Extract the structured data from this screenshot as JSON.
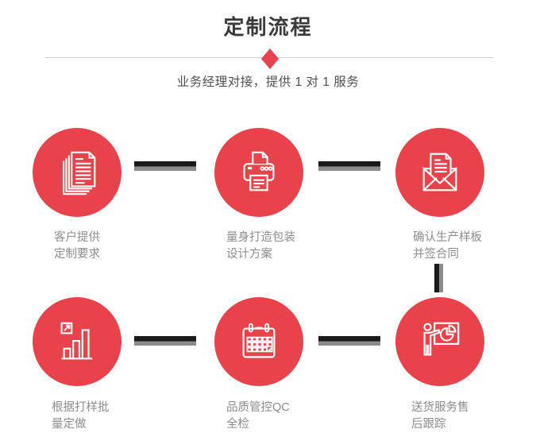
{
  "page": {
    "title": "定制流程",
    "subtitle": "业务经理对接，提供 1 对 1 服务"
  },
  "colors": {
    "accent": "#e8434a",
    "title": "#3a3a3a",
    "subtitle_text": "#4f4f4f",
    "label": "#8c8c8c",
    "divider": "#cccccc",
    "connector_dark": "#1a1a1a",
    "connector_gray": "#8c8c8c",
    "background": "#ffffff",
    "icon_stroke": "#ffffff"
  },
  "steps": [
    {
      "id": 1,
      "icon": "documents-icon",
      "label_line1": "客户提供",
      "label_line2": "定制要求"
    },
    {
      "id": 2,
      "icon": "printer-icon",
      "label_line1": "量身打造包装",
      "label_line2": "设计方案"
    },
    {
      "id": 3,
      "icon": "envelope-icon",
      "label_line1": "确认生产样板",
      "label_line2": "并签合同"
    },
    {
      "id": 4,
      "icon": "bar-chart-icon",
      "label_line1": "根据打样批",
      "label_line2": "量定做"
    },
    {
      "id": 5,
      "icon": "calendar-icon",
      "label_line1": "品质管控QC",
      "label_line2": "全检"
    },
    {
      "id": 6,
      "icon": "presentation-icon",
      "label_line1": "送货服务售",
      "label_line2": "后跟踪"
    }
  ]
}
